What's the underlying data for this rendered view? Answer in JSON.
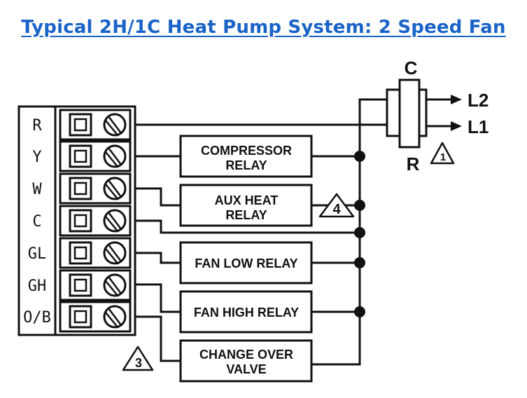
{
  "title": "Typical 2H/1C Heat Pump System: 2 Speed Fan",
  "terminals": [
    "R",
    "Y",
    "W",
    "C",
    "GL",
    "GH",
    "O/B"
  ],
  "relays": {
    "compressor": [
      "COMPRESSOR",
      "RELAY"
    ],
    "aux_heat": [
      "AUX HEAT",
      "RELAY"
    ],
    "fan_low": [
      "FAN LOW RELAY"
    ],
    "fan_high": [
      "FAN HIGH RELAY"
    ],
    "change_over": [
      "CHANGE OVER",
      "VALVE"
    ]
  },
  "transformer": {
    "top_label": "C",
    "bottom_label": "R"
  },
  "lines": {
    "l1": "L1",
    "l2": "L2"
  },
  "notes": {
    "note1": "1",
    "note3": "3",
    "note4": "4"
  },
  "colors": {
    "title": "#1a63c7",
    "wire": "#111111"
  }
}
